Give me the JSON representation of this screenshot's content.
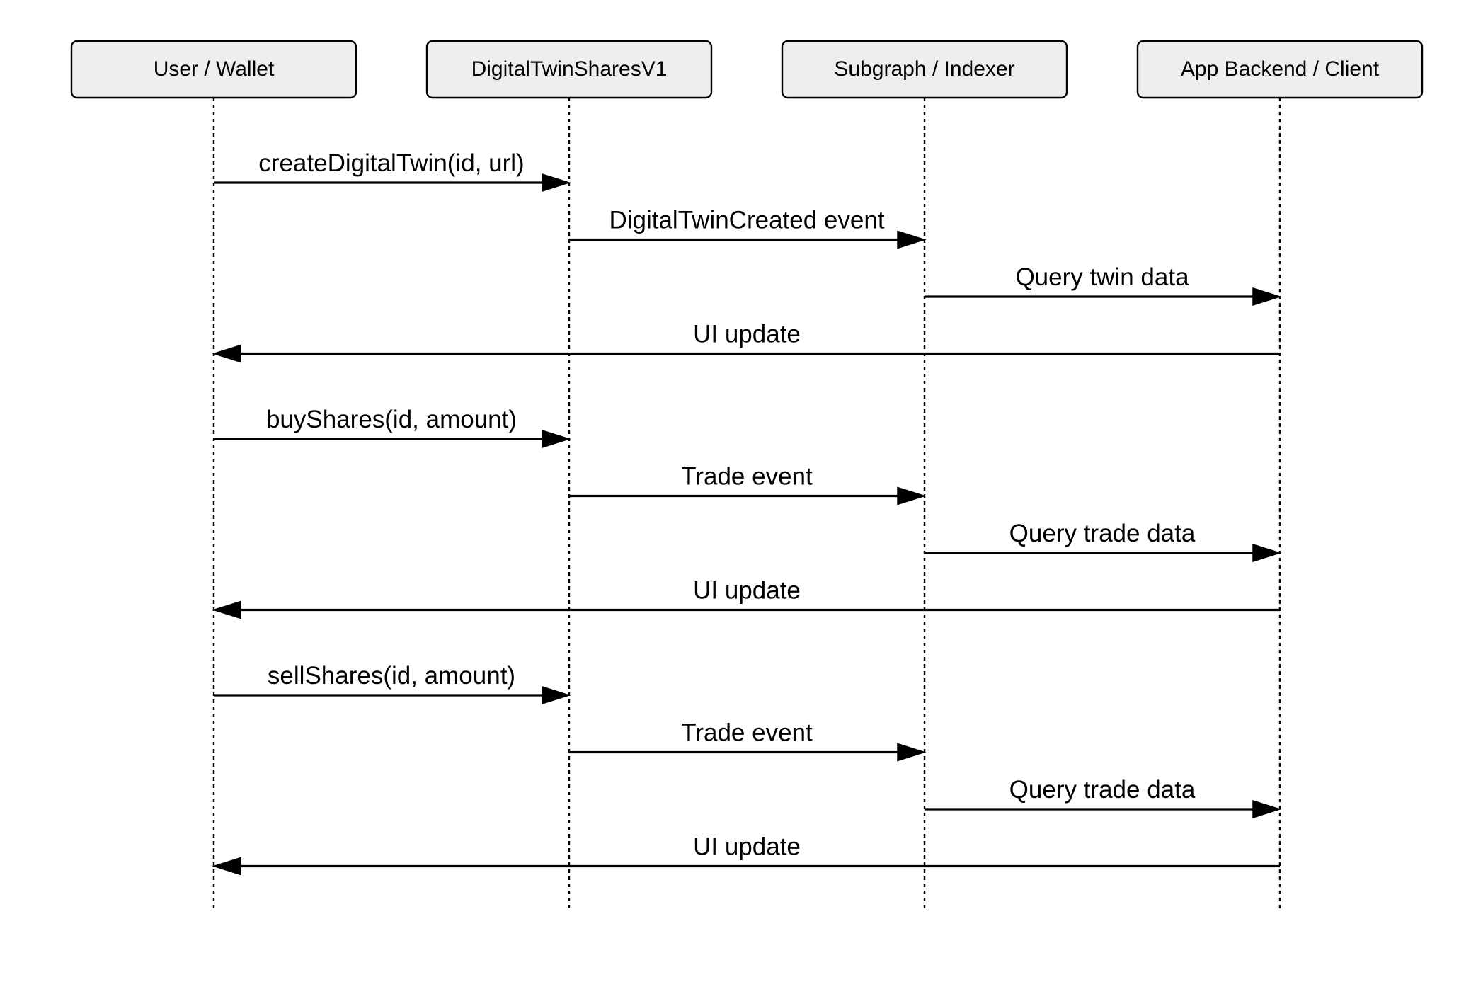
{
  "participants": [
    {
      "id": "user",
      "label": "User / Wallet"
    },
    {
      "id": "contract",
      "label": "DigitalTwinSharesV1"
    },
    {
      "id": "indexer",
      "label": "Subgraph / Indexer"
    },
    {
      "id": "backend",
      "label": "App Backend / Client"
    }
  ],
  "messages": [
    {
      "from": "user",
      "to": "contract",
      "label": "createDigitalTwin(id, url)"
    },
    {
      "from": "contract",
      "to": "indexer",
      "label": "DigitalTwinCreated event"
    },
    {
      "from": "indexer",
      "to": "backend",
      "label": "Query twin data"
    },
    {
      "from": "backend",
      "to": "user",
      "label": "UI update"
    },
    {
      "from": "user",
      "to": "contract",
      "label": "buyShares(id, amount)"
    },
    {
      "from": "contract",
      "to": "indexer",
      "label": "Trade event"
    },
    {
      "from": "indexer",
      "to": "backend",
      "label": "Query trade data"
    },
    {
      "from": "backend",
      "to": "user",
      "label": "UI update"
    },
    {
      "from": "user",
      "to": "contract",
      "label": "sellShares(id, amount)"
    },
    {
      "from": "contract",
      "to": "indexer",
      "label": "Trade event"
    },
    {
      "from": "indexer",
      "to": "backend",
      "label": "Query trade data"
    },
    {
      "from": "backend",
      "to": "user",
      "label": "UI update"
    }
  ],
  "colors": {
    "actor_fill": "#eeeeee",
    "stroke": "#000000",
    "background": "#ffffff"
  }
}
